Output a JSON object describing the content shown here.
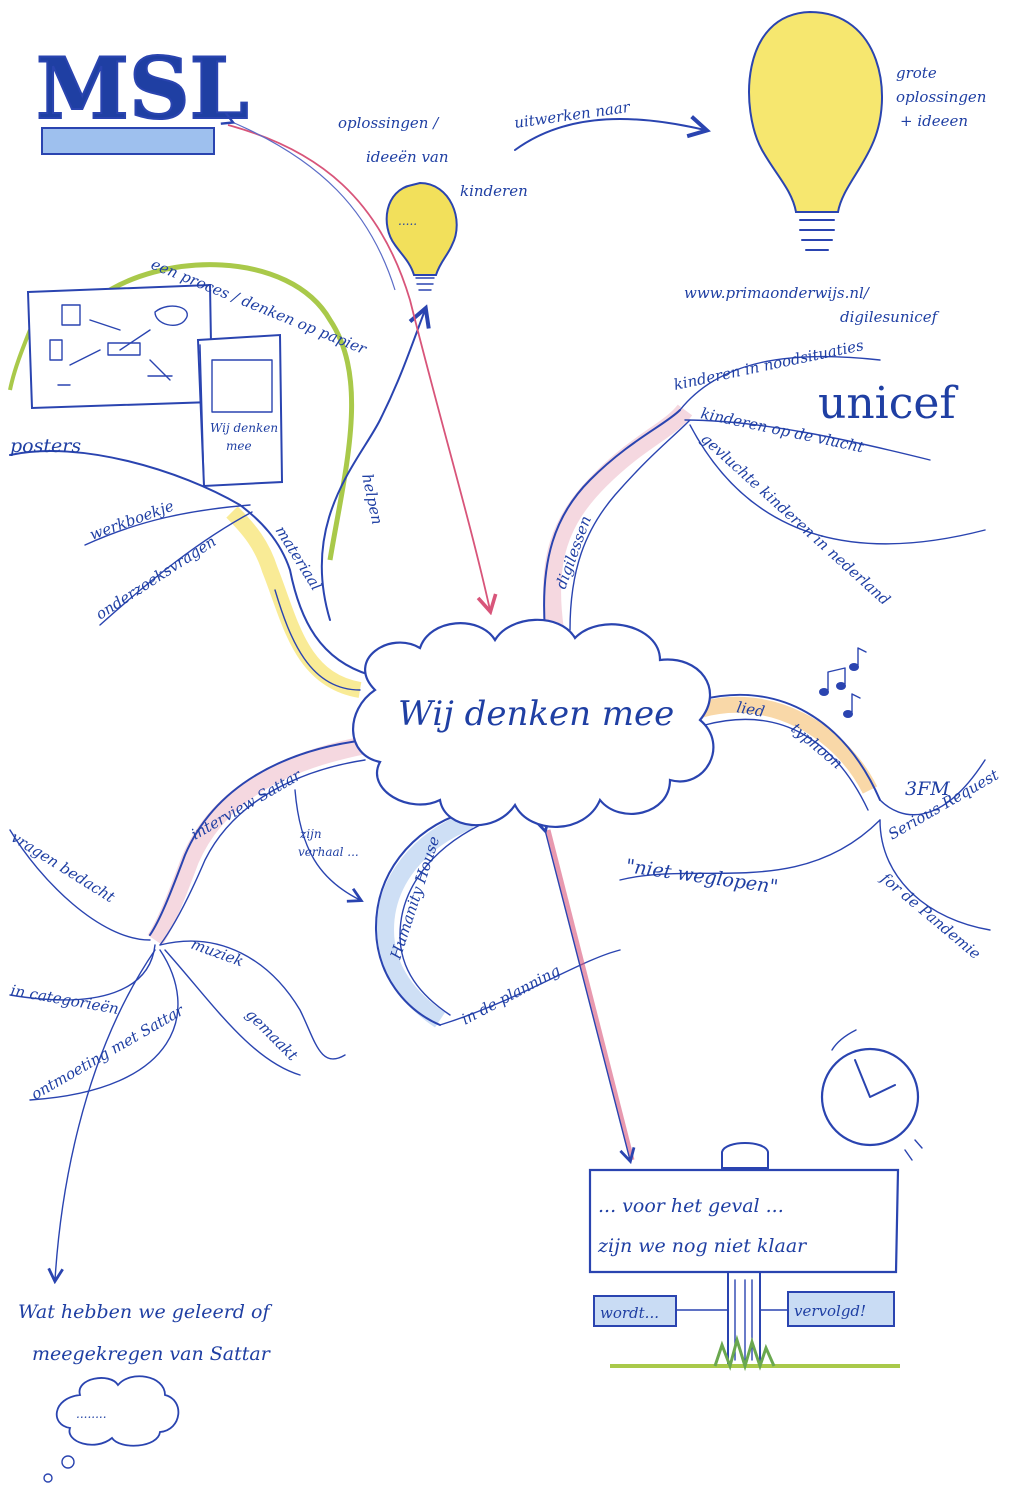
{
  "logo": {
    "text": "MSL",
    "color": "#6a9be0"
  },
  "central": {
    "label": "Wij denken mee"
  },
  "ideas": {
    "small_label_1": "oplossingen /",
    "small_label_2": "ideeën van",
    "small_label_3": "kinderen",
    "small_bulb_dots": ".....",
    "arrow_label": "uitwerken naar",
    "big_label_1": "grote",
    "big_label_2": "oplossingen",
    "big_label_3": "+ ideeen",
    "url_1": "www.primaonderwijs.nl/",
    "url_2": "digilesunicef"
  },
  "unicef": {
    "text": "unicef",
    "color": "#3f86d6"
  },
  "branches": {
    "digilessen": "digilessen",
    "noodsituaties": "kinderen in noodsituaties",
    "vlucht": "kinderen op de vlucht",
    "nederland": "gevluchte kinderen in nederland",
    "proces": "een proces / denken op papier",
    "helpen": "helpen",
    "posters": "posters",
    "materiaal": "materiaal",
    "werkboekje": "werkboekje",
    "onderzoeksvragen": "onderzoeksvragen",
    "book_title_1": "Wij denken",
    "book_title_2": "mee",
    "lied": "lied",
    "typhoon": "typhoon",
    "three_fm": "3FM",
    "serious_request": "Serious Request",
    "pandemie": "for de Pandemie",
    "niet_weglopen": "\"niet weglopen\"",
    "interview": "interview Sattar",
    "zijn_verhaal_1": "zijn",
    "zijn_verhaal_2": "verhaal ...",
    "humanity_house": "Humanity House",
    "in_de_planning": "in de planning",
    "vragen_bedacht": "vragen bedacht",
    "categorieen": "in categorieën",
    "ontmoeting": "ontmoeting met Sattar",
    "muziek": "muziek",
    "gemaakt": "gemaakt"
  },
  "question": {
    "line_1": "Wat hebben we geleerd of",
    "line_2": "meegekregen van Sattar",
    "cloud_dots": "........"
  },
  "sign": {
    "line_1": "... voor het geval ...",
    "line_2": "zijn we nog niet klaar",
    "left_plate": "wordt...",
    "right_plate": "vervolgd!"
  },
  "colors": {
    "ink": "#2a44b0",
    "yellow": "#f7e36a",
    "green": "#a9c94a",
    "pink": "#d8557a",
    "light_blue": "#c9dcf4",
    "orange": "#f4b860"
  }
}
